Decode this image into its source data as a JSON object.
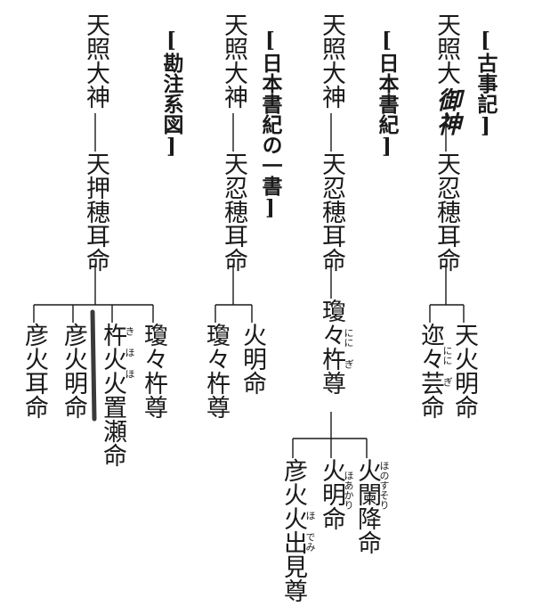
{
  "columns": {
    "kojiki": {
      "header": "[古事記]",
      "root_a": "天照大",
      "root_b": "御神",
      "child": "天忍穂耳命",
      "gc1": "天火明命",
      "gc2": "迩々芸命",
      "gc2_ruby": "にに ぎ"
    },
    "nihonshoki": {
      "header": "[日本書紀]",
      "root": "天照大神",
      "child": "天忍穂耳命",
      "gc": "瓊々杵尊",
      "gc_ruby": "にに ぎ",
      "ggc1": "火闌降命",
      "ggc1_ruby": "ほのすそり",
      "ggc2": "火明命",
      "ggc2_ruby": "ほあかり",
      "ggc3": "彦火火出見尊",
      "ggc3_ruby": "ほ でみ"
    },
    "nihonshoki_issho": {
      "header": "[日本書紀の一書]",
      "root": "天照大神",
      "child": "天忍穂耳命",
      "gc1": "火明命",
      "gc2": "瓊々杵尊"
    },
    "kanchu_keizu": {
      "header": "[勘注系図]",
      "root": "天照大神",
      "child": "天押穂耳命",
      "gc1": "瓊々杵尊",
      "gc2": "杵火火置瀬命",
      "gc2_ruby": "き ほ ほ",
      "gc3": "彦火明命",
      "gc4": "彦火耳命"
    }
  }
}
